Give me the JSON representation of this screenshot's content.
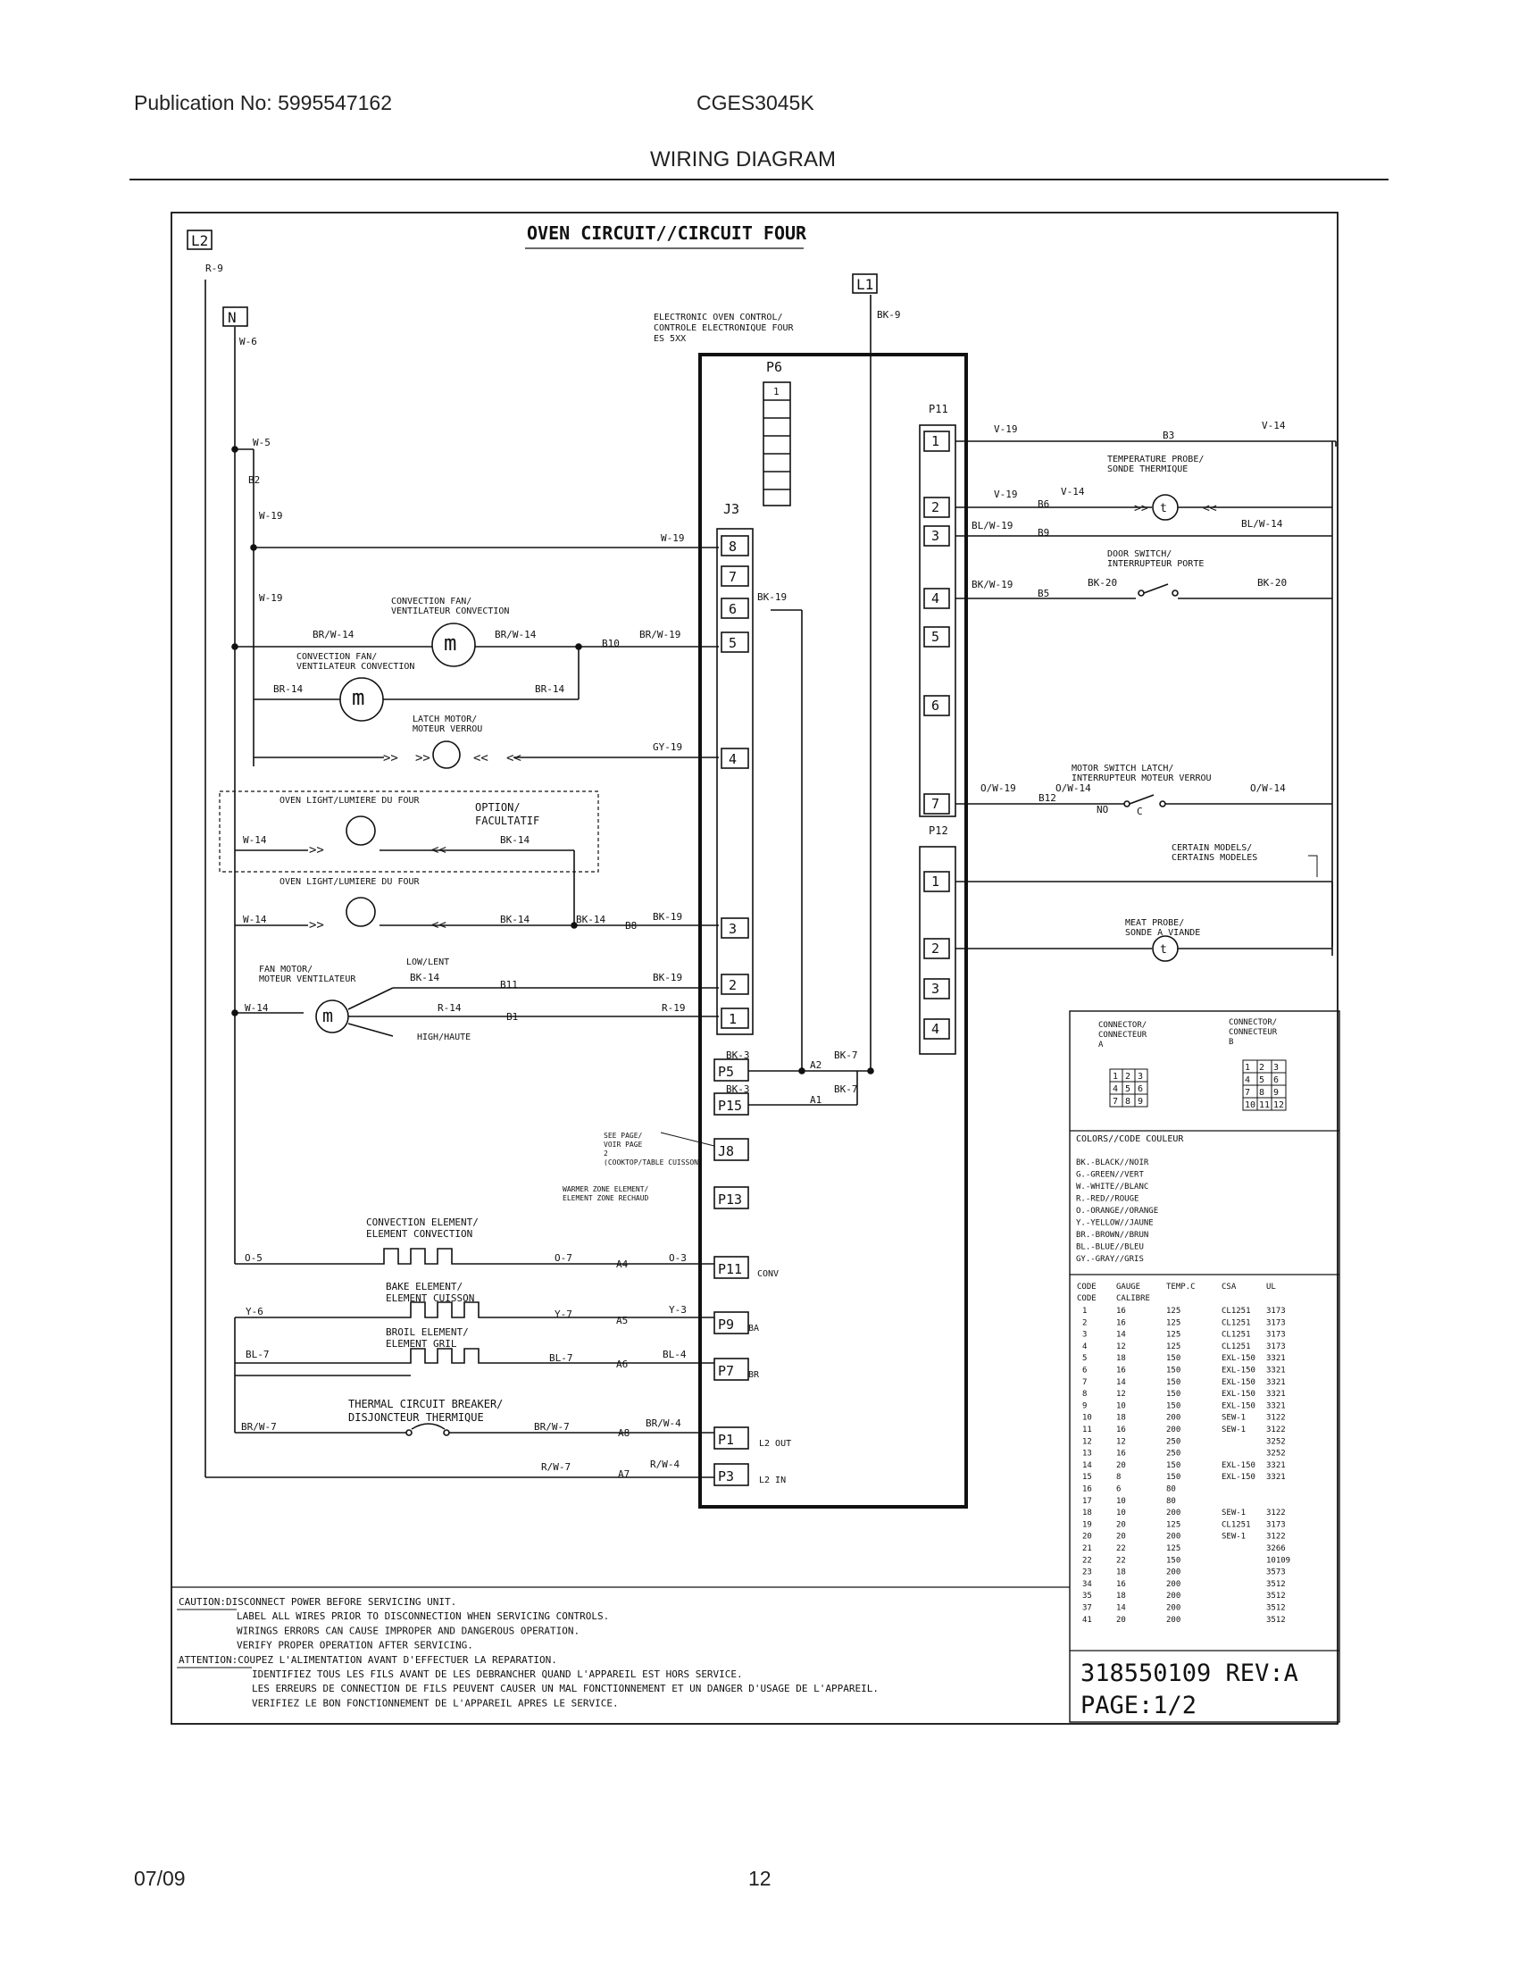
{
  "header": {
    "publication": "Publication No: 5995547162",
    "model": "CGES3045K",
    "section_title": "WIRING DIAGRAM"
  },
  "footer": {
    "date": "07/09",
    "page_number": "12"
  },
  "diagram": {
    "title": "OVEN CIRCUIT//CIRCUIT FOUR",
    "terminals": {
      "L2": "L2",
      "N": "N",
      "L1": "L1"
    },
    "control": {
      "label": [
        "ELECTRONIC OVEN CONTROL/",
        "CONTROLE ELECTRONIQUE FOUR",
        "ES 5XX"
      ],
      "p6_label": "P6",
      "p6_pin": "1",
      "j3_label": "J3",
      "j3_pins": [
        "8",
        "7",
        "6",
        "5",
        "4",
        "3",
        "2",
        "1"
      ],
      "p11_label": "P11",
      "p11_pins": [
        "1",
        "2",
        "3",
        "4",
        "5",
        "6",
        "7"
      ],
      "p12_label": "P12",
      "p12_pins": [
        "1",
        "2",
        "3",
        "4"
      ],
      "connectors": [
        "P5",
        "P15",
        "J8",
        "P13",
        "P11",
        "P9",
        "P7",
        "P1",
        "P3"
      ],
      "connector_notes": [
        "CONV",
        "BA",
        "BR",
        "L2 OUT",
        "L2 IN"
      ],
      "see_page": [
        "SEE PAGE/",
        "VOIR PAGE",
        "2",
        "(COOKTOP/TABLE CUISSON)"
      ],
      "warmer": [
        "WARMER ZONE ELEMENT/",
        "ELEMENT ZONE RECHAUD"
      ]
    },
    "wire_labels": [
      "R-9",
      "W-6",
      "W-5",
      "B2",
      "W-19",
      "W-19",
      "BK-9",
      "V-19",
      "B3",
      "V-14",
      "V-19",
      "B6",
      "V-14",
      "BL/W-19",
      "B9",
      "BL/W-14",
      "BK/W-19",
      "B5",
      "BK-20",
      "BK-20",
      "W-19",
      "BK-19",
      "BR/W-14",
      "BR/W-14",
      "B10",
      "BR/W-19",
      "BR-14",
      "BR-14",
      "GY-19",
      "O/W-19",
      "B12",
      "O/W-14",
      "O/W-14",
      "NO",
      "C",
      "W-14",
      "BK-14",
      "W-14",
      "BK-14",
      "BK-14",
      "B8",
      "BK-19",
      "W-14",
      "BK-14",
      "B11",
      "BK-19",
      "R-14",
      "B1",
      "R-19",
      "BK-3",
      "A2",
      "BK-7",
      "BK-3",
      "A1",
      "BK-7",
      "O-5",
      "O-7",
      "A4",
      "O-3",
      "Y-6",
      "Y-7",
      "A5",
      "Y-3",
      "BL-7",
      "BL-7",
      "A6",
      "BL-4",
      "BR/W-7",
      "BR/W-7",
      "A8",
      "BR/W-4",
      "R/W-7",
      "A7",
      "R/W-4"
    ],
    "components": {
      "convection_fan_1": [
        "CONVECTION FAN/",
        "VENTILATEUR CONVECTION"
      ],
      "convection_fan_2": [
        "CONVECTION FAN/",
        "VENTILATEUR CONVECTION"
      ],
      "latch_motor": [
        "LATCH MOTOR/",
        "MOTEUR VERROU"
      ],
      "oven_light_1": "OVEN LIGHT/LUMIERE DU FOUR",
      "option": [
        "OPTION/",
        "FACULTATIF"
      ],
      "oven_light_2": "OVEN LIGHT/LUMIERE DU FOUR",
      "fan_motor": [
        "FAN MOTOR/",
        "MOTEUR VENTILATEUR"
      ],
      "low": "LOW/LENT",
      "high": "HIGH/HAUTE",
      "temp_probe": [
        "TEMPERATURE PROBE/",
        "SONDE THERMIQUE"
      ],
      "door_switch": [
        "DOOR SWITCH/",
        "INTERRUPTEUR PORTE"
      ],
      "motor_switch": [
        "MOTOR SWITCH LATCH/",
        "INTERRUPTEUR MOTEUR VERROU"
      ],
      "certain_models": [
        "CERTAIN MODELS/",
        "CERTAINS MODELES"
      ],
      "meat_probe": [
        "MEAT PROBE/",
        "SONDE A VIANDE"
      ],
      "conv_element": [
        "CONVECTION ELEMENT/",
        "ELEMENT CONVECTION"
      ],
      "bake_element": [
        "BAKE ELEMENT/",
        "ELEMENT CUISSON"
      ],
      "broil_element": [
        "BROIL ELEMENT/",
        "ELEMENT GRIL"
      ],
      "thermal_breaker": [
        "THERMAL CIRCUIT BREAKER/",
        "DISJONCTEUR THERMIQUE"
      ]
    },
    "connector_box": {
      "a_label": [
        "CONNECTOR/",
        "CONNECTEUR",
        "A"
      ],
      "b_label": [
        "CONNECTOR/",
        "CONNECTEUR",
        "B"
      ],
      "a_grid": [
        "1",
        "2",
        "3",
        "4",
        "5",
        "6",
        "7",
        "8",
        "9"
      ],
      "b_grid": [
        "1",
        "2",
        "3",
        "4",
        "5",
        "6",
        "7",
        "8",
        "9",
        "10",
        "11",
        "12"
      ]
    },
    "colors": {
      "title": "COLORS//CODE COULEUR",
      "lines": [
        "BK.-BLACK//NOIR",
        "G.-GREEN//VERT",
        "W.-WHITE//BLANC",
        "R.-RED//ROUGE",
        "O.-ORANGE//ORANGE",
        "Y.-YELLOW//JAUNE",
        "BR.-BROWN//BRUN",
        "BL.-BLUE//BLEU",
        "GY.-GRAY//GRIS"
      ]
    },
    "code_table": {
      "headers": [
        "CODE",
        "GAUGE",
        "TEMP.C",
        "CSA",
        "UL"
      ],
      "headers2": [
        "CODE",
        "CALIBRE"
      ],
      "rows": [
        [
          "1",
          "16",
          "125",
          "CL1251",
          "3173"
        ],
        [
          "2",
          "16",
          "125",
          "CL1251",
          "3173"
        ],
        [
          "3",
          "14",
          "125",
          "CL1251",
          "3173"
        ],
        [
          "4",
          "12",
          "125",
          "CL1251",
          "3173"
        ],
        [
          "5",
          "18",
          "150",
          "EXL-150",
          "3321"
        ],
        [
          "6",
          "16",
          "150",
          "EXL-150",
          "3321"
        ],
        [
          "7",
          "14",
          "150",
          "EXL-150",
          "3321"
        ],
        [
          "8",
          "12",
          "150",
          "EXL-150",
          "3321"
        ],
        [
          "9",
          "10",
          "150",
          "EXL-150",
          "3321"
        ],
        [
          "10",
          "18",
          "200",
          "SEW-1",
          "3122"
        ],
        [
          "11",
          "16",
          "200",
          "SEW-1",
          "3122"
        ],
        [
          "12",
          "12",
          "250",
          "",
          "3252"
        ],
        [
          "13",
          "16",
          "250",
          "",
          "3252"
        ],
        [
          "14",
          "20",
          "150",
          "EXL-150",
          "3321"
        ],
        [
          "15",
          "8",
          "150",
          "EXL-150",
          "3321"
        ],
        [
          "16",
          "6",
          "80",
          "",
          ""
        ],
        [
          "17",
          "10",
          "80",
          "",
          ""
        ],
        [
          "18",
          "10",
          "200",
          "SEW-1",
          "3122"
        ],
        [
          "19",
          "20",
          "125",
          "CL1251",
          "3173"
        ],
        [
          "20",
          "20",
          "200",
          "SEW-1",
          "3122"
        ],
        [
          "21",
          "22",
          "125",
          "",
          "3266"
        ],
        [
          "22",
          "22",
          "150",
          "",
          "10109"
        ],
        [
          "23",
          "18",
          "200",
          "",
          "3573"
        ],
        [
          "34",
          "16",
          "200",
          "",
          "3512"
        ],
        [
          "35",
          "18",
          "200",
          "",
          "3512"
        ],
        [
          "37",
          "14",
          "200",
          "",
          "3512"
        ],
        [
          "41",
          "20",
          "200",
          "",
          "3512"
        ]
      ]
    },
    "caution": [
      "CAUTION:DISCONNECT POWER BEFORE SERVICING UNIT.",
      "LABEL ALL WIRES PRIOR TO DISCONNECTION WHEN SERVICING CONTROLS.",
      "WIRINGS ERRORS CAN CAUSE IMPROPER AND DANGEROUS OPERATION.",
      "VERIFY PROPER OPERATION AFTER SERVICING.",
      "ATTENTION:COUPEZ L'ALIMENTATION AVANT D'EFFECTUER LA REPARATION.",
      "IDENTIFIEZ TOUS LES FILS AVANT DE LES DEBRANCHER QUAND L'APPAREIL EST HORS SERVICE.",
      "LES ERREURS DE CONNECTION DE FILS PEUVENT CAUSER UN MAL FONCTIONNEMENT ET UN DANGER D'USAGE DE L'APPAREIL.",
      "VERIFIEZ LE BON FONCTIONNEMENT DE L'APPAREIL APRES LE SERVICE."
    ],
    "part_number": "318550109 REV:A",
    "page_label": "PAGE:1/2"
  }
}
